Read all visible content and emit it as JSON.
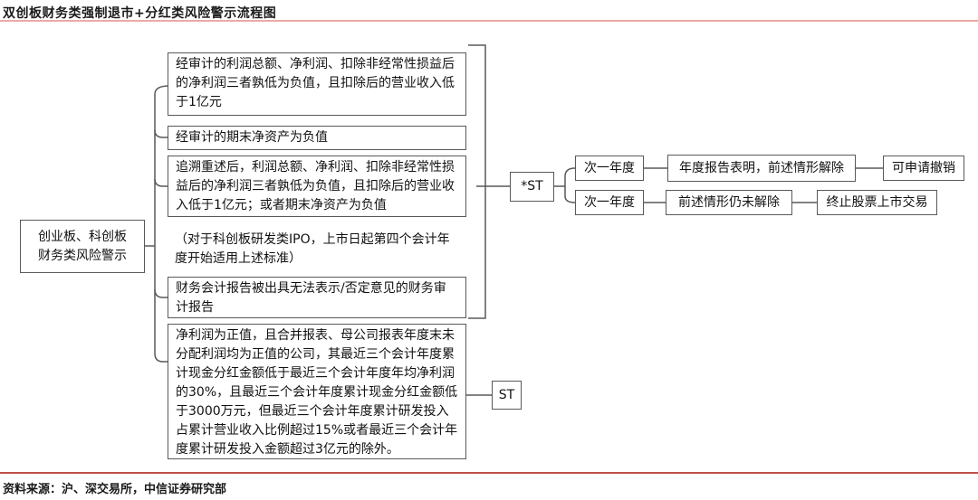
{
  "header": {
    "title": "双创板财务类强制退市+分红类风险警示流程图"
  },
  "footer": {
    "source": "资料来源：沪、深交易所，中信证券研究部"
  },
  "colors": {
    "title_rule": "#eda9a2",
    "footer_rule": "#c0504d",
    "box_border": "#595959",
    "text": "#111111"
  },
  "flow": {
    "root_label": "创业板、科创板\n财务类风险警示",
    "conditions": [
      "经审计的利润总额、净利润、扣除非经常性损益后的净利润三者孰低为负值，且扣除后的营业收入低于1亿元",
      "经审计的期末净资产为负值",
      "追溯重述后，利润总额、净利润、扣除非经常性损益后的净利润三者孰低为负值，且扣除后的营业收入低于1亿元；或者期末净资产为负值",
      "财务会计报告被出具无法表示/否定意见的财务审计报告"
    ],
    "ipo_note": "（对于科创板研发类IPO，上市日起第四个会计年度开始适用上述标准）",
    "dividend_condition": "净利润为正值，且合并报表、母公司报表年度末未分配利润均为正值的公司，其最近三个会计年度累计现金分红金额低于最近三个会计年度年均净利润的30%，且最近三个会计年度累计现金分红金额低于3000万元，但最近三个会计年度累计研发投入占累计营业收入比例超过15%或者最近三个会计年度累计研发投入金额超过3亿元的除外。",
    "star_st_label": "*ST",
    "st_label": "ST",
    "branches": [
      {
        "year": "次一年度",
        "condition": "年度报告表明，前述情形解除",
        "outcome": "可申请撤销"
      },
      {
        "year": "次一年度",
        "condition": "前述情形仍未解除",
        "outcome": "终止股票上市交易"
      }
    ]
  }
}
